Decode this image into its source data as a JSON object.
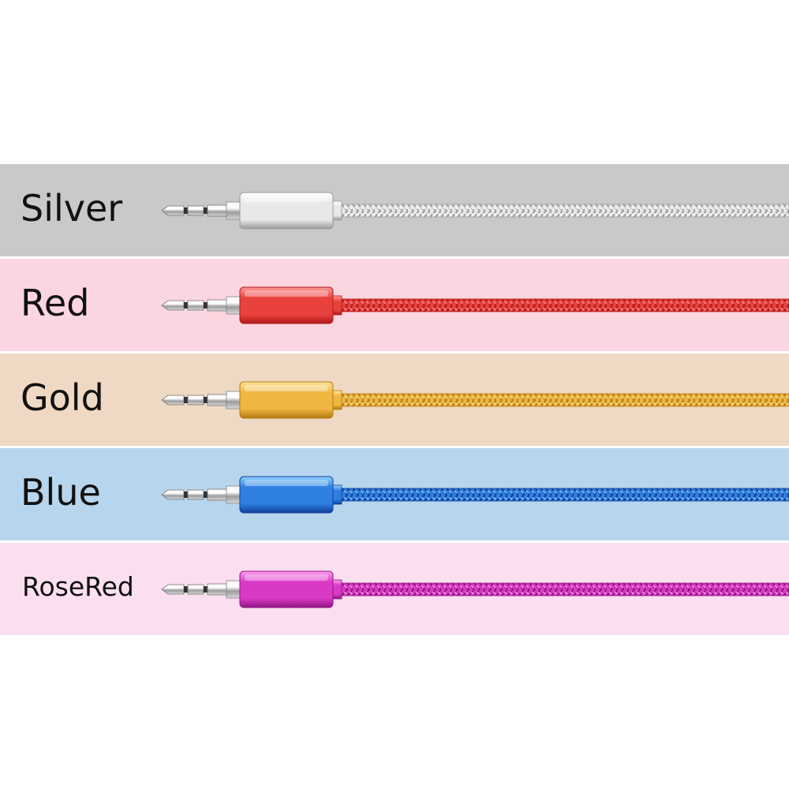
{
  "variants": [
    {
      "label": "Silver",
      "bg": "#c9c9c9",
      "color": "#e8e8e8",
      "dark": "#9a9a9a",
      "light": "#ffffff"
    },
    {
      "label": "Red",
      "bg": "#fbd5df",
      "color": "#e8413e",
      "dark": "#b01818",
      "light": "#ff9a96"
    },
    {
      "label": "Gold",
      "bg": "#efd9c4",
      "color": "#efb640",
      "dark": "#b37a10",
      "light": "#ffe59a"
    },
    {
      "label": "Blue",
      "bg": "#b7d6ee",
      "color": "#2e7fe0",
      "dark": "#0f3f9a",
      "light": "#8fd0ff"
    },
    {
      "label": "RoseRed",
      "bg": "#fbdff1",
      "color": "#d83ac4",
      "dark": "#8f1583",
      "light": "#ff9df0"
    }
  ]
}
